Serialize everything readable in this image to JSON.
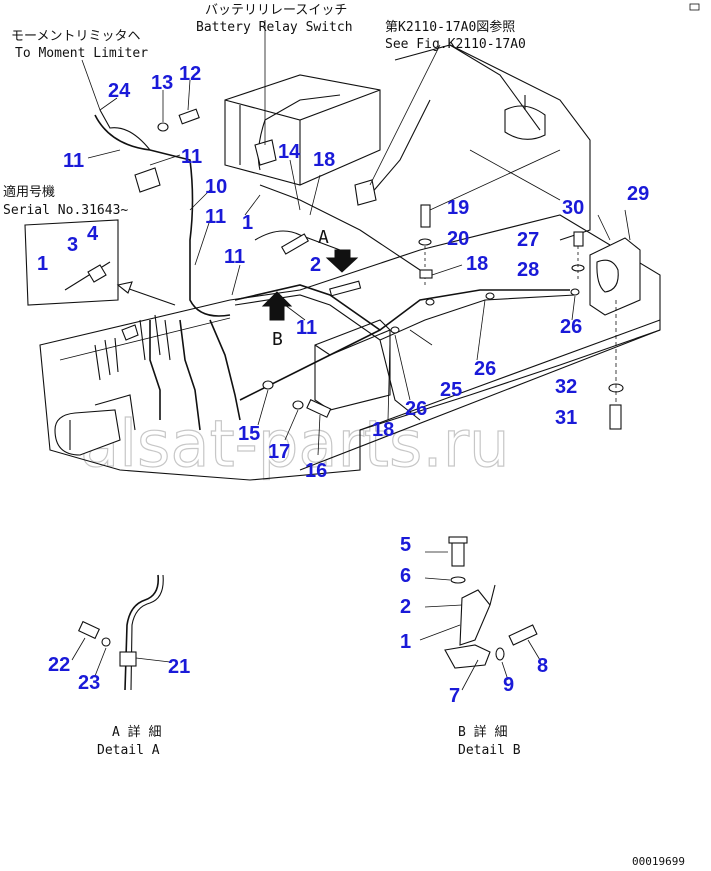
{
  "labels": {
    "moment_limiter_jp": "モーメントリミッタヘ",
    "moment_limiter_en": "To Moment Limiter",
    "battery_relay_jp": "バッテリリレースイッチ",
    "battery_relay_en": "Battery Relay Switch",
    "see_fig_jp": "第K2110-17A0図参照",
    "see_fig_en": "See Fig.K2110-17A0",
    "serial_jp": "適用号機",
    "serial_en": "Serial No.31643~",
    "detail_a_jp": "A 詳 細",
    "detail_a_en": "Detail A",
    "detail_b_jp": "B 詳 細",
    "detail_b_en": "Detail B",
    "view_a": "A",
    "view_b": "B",
    "drawing_no": "00019699",
    "watermark": "alsat-parts.ru"
  },
  "callouts": {
    "c24": "24",
    "c13": "13",
    "c12": "12",
    "c11a": "11",
    "c11b": "11",
    "c10": "10",
    "c11c": "11",
    "c1a": "1",
    "c14": "14",
    "c18a": "18",
    "c11d": "11",
    "c2a": "2",
    "c11e": "11",
    "c19": "19",
    "c20": "20",
    "c18b": "18",
    "c27": "27",
    "c28": "28",
    "c30": "30",
    "c29": "29",
    "c26a": "26",
    "c26b": "26",
    "c25": "25",
    "c26c": "26",
    "c18c": "18",
    "c32": "32",
    "c31": "31",
    "c15": "15",
    "c17": "17",
    "c16": "16",
    "c1b": "1",
    "c3": "3",
    "c4": "4",
    "c22": "22",
    "c23": "23",
    "c21": "21",
    "c5": "5",
    "c6": "6",
    "c2b": "2",
    "c1c": "1",
    "c7": "7",
    "c9": "9",
    "c8": "8"
  }
}
